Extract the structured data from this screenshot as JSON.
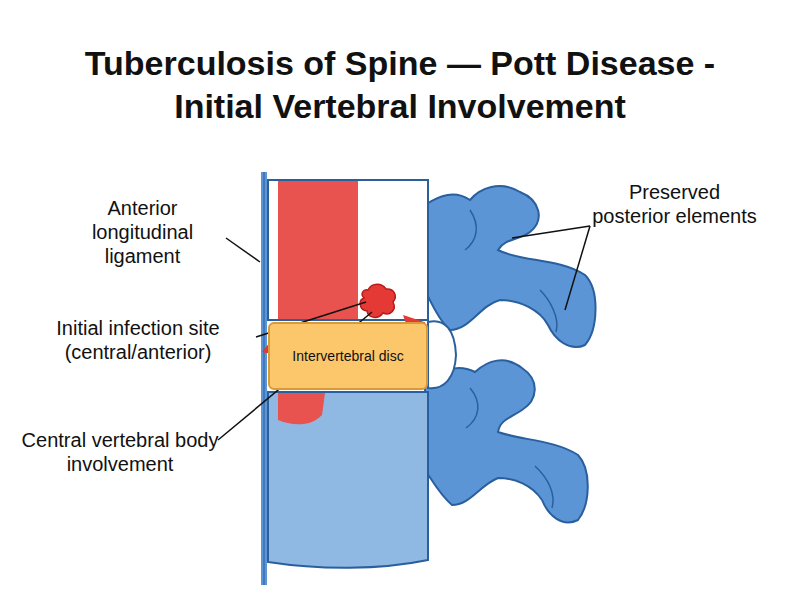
{
  "diagram": {
    "title": "Tuberculosis of Spine — Pott Disease - Initial Vertebral Involvement",
    "nodes": [
      {
        "text": [
          "Intervertebral disc"
        ]
      }
    ],
    "labels": [
      "Anterior longitudinal ligament",
      "Preserved posterior elements",
      "Initial infection site (central/anterior)",
      "Central vertebral body involvement"
    ]
  }
}
